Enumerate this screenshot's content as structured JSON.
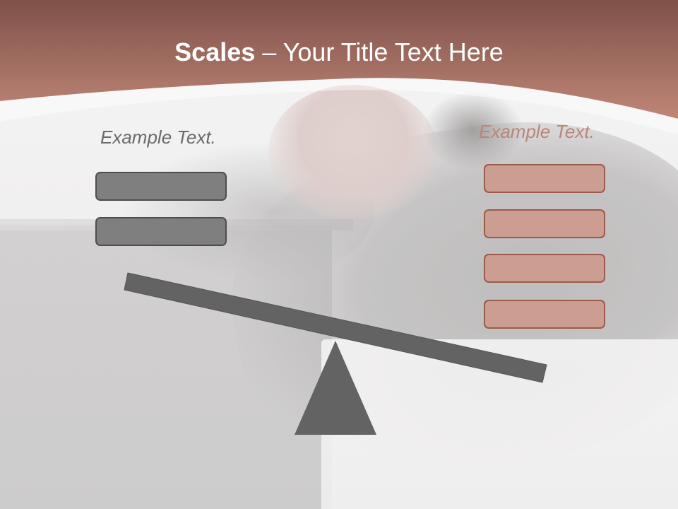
{
  "slide": {
    "title_bold": "Scales",
    "title_rest": " – Your Title Text Here",
    "left_label": "Example Text.",
    "right_label": "Example Text.",
    "left_boxes": 2,
    "right_boxes": 4
  },
  "colors": {
    "header_top": "#7e5149",
    "header_bottom": "#be8375",
    "title_text": "#ffffff",
    "left_label": "#6b6b6b",
    "right_label": "#b98678",
    "left_box_fill": "#7f7f7f",
    "left_box_border": "#4d4d4d",
    "right_box_fill": "#cc9e91",
    "right_box_border": "#9b5a4c",
    "scale": "#636363"
  }
}
